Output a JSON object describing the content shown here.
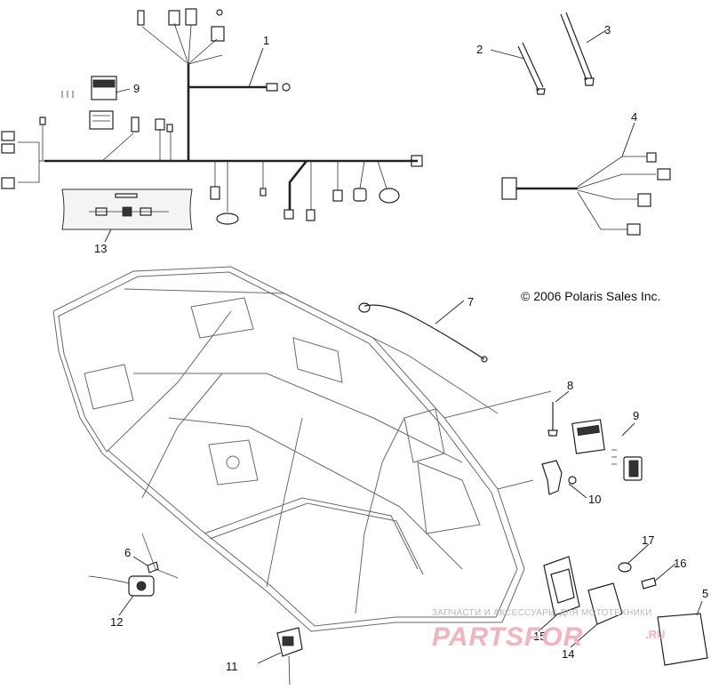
{
  "diagram": {
    "copyright": "© 2006 Polaris Sales Inc.",
    "callouts": [
      "1",
      "2",
      "3",
      "4",
      "5",
      "6",
      "7",
      "8",
      "9",
      "9",
      "10",
      "11",
      "12",
      "13",
      "14",
      "15",
      "16",
      "17"
    ],
    "watermark": {
      "top": "ЗАПЧАСТИ И АКСЕССУАРЫ ДЛЯ МОТОТЕХНИКИ",
      "brand": "PARTSFOR",
      "suffix": ".RU"
    },
    "colors": {
      "lines": "#222222",
      "frame": "#6a6a6a",
      "watermark": "#f2b3bd"
    }
  }
}
